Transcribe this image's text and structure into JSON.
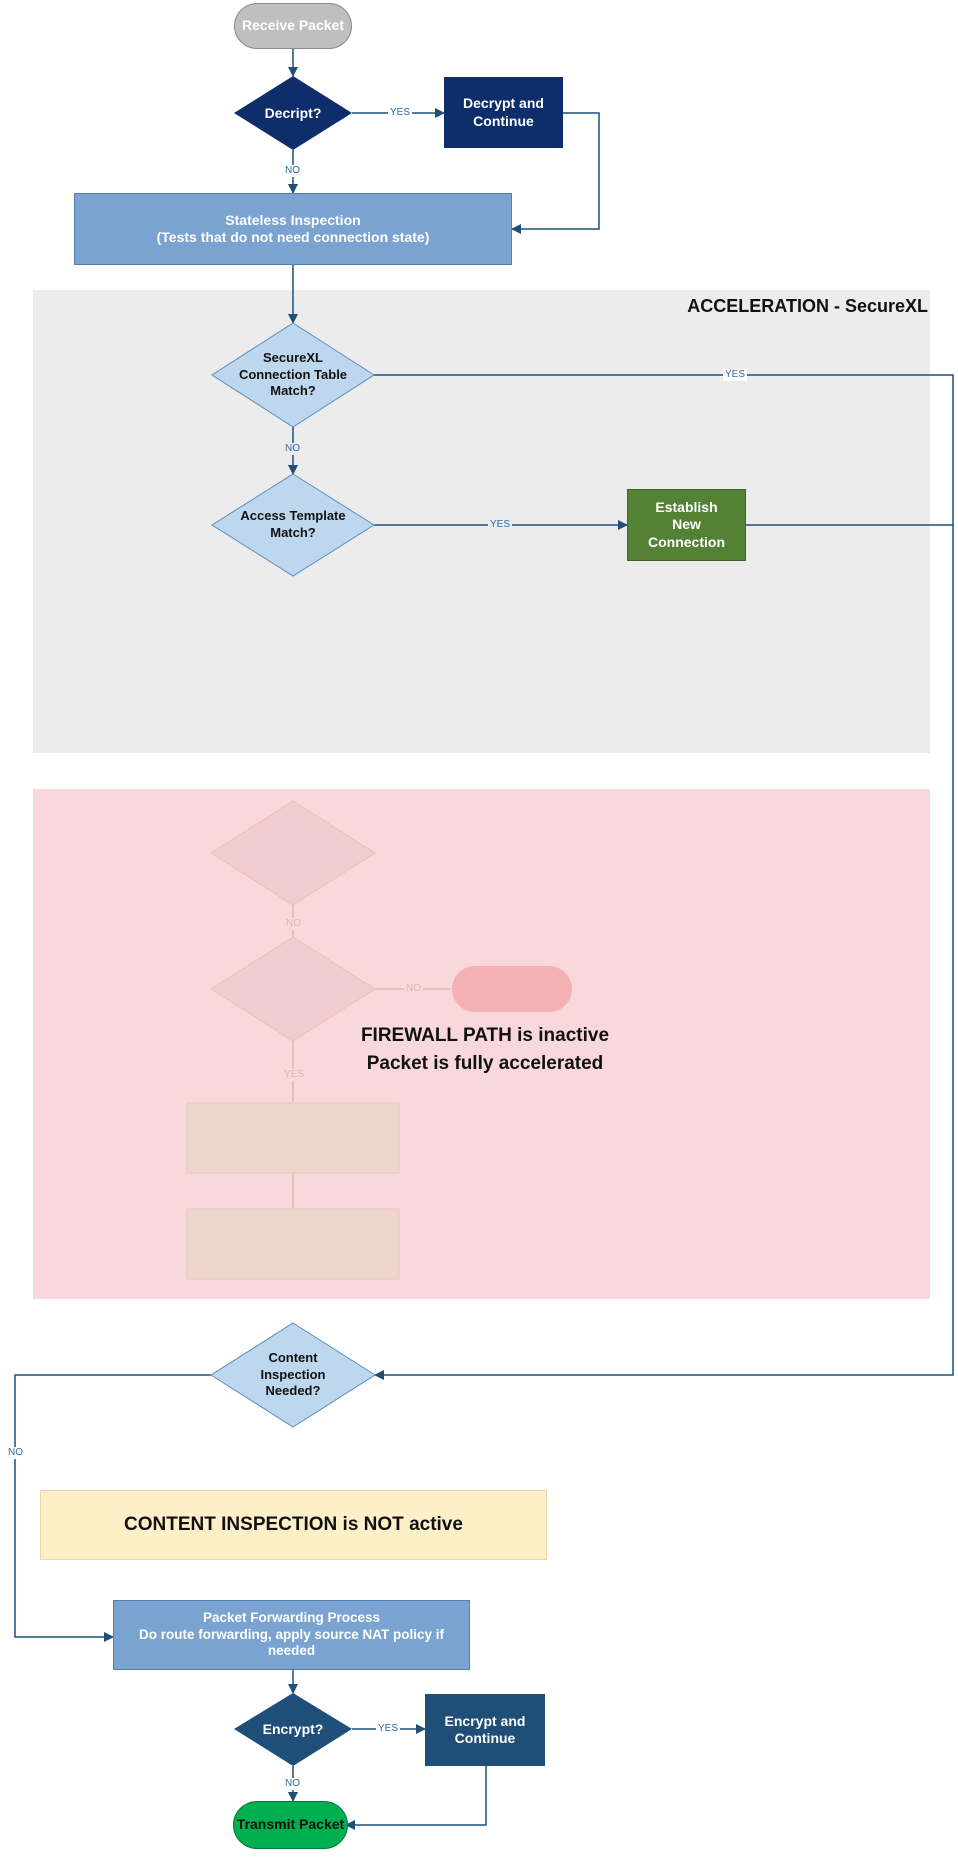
{
  "colors": {
    "navy": "#0d2d6b",
    "steel_blue": "#7aa3d1",
    "light_blue": "#bdd7ee",
    "green": "#548235",
    "bright_green": "#00b050",
    "gray_start": "#bfbfbf",
    "accel_bg": "#ececec",
    "firewall_bg": "#f8d8da",
    "content_bg": "#fdf0c9",
    "line": "#1f4e79"
  },
  "nodes": {
    "receive_packet": "Receive Packet",
    "decrypt_decision": "Decript?",
    "decrypt_continue": "Decrypt and\nContinue",
    "stateless_inspection": "Stateless Inspection\n(Tests that do not need connection state)",
    "securexl_match": "SecureXL\nConnection Table\nMatch?",
    "template_match": "Access Template\nMatch?",
    "establish_connection": "Establish\nNew\nConnection",
    "content_needed": "Content\nInspection\nNeeded?",
    "forwarding": "Packet Forwarding Process\nDo route forwarding, apply source NAT policy if\nneeded",
    "encrypt_decision": "Encrypt?",
    "encrypt_continue": "Encrypt and\nContinue",
    "transmit_packet": "Transmit Packet"
  },
  "zones": {
    "acceleration_title": "ACCELERATION - SecureXL",
    "firewall_status": "FIREWALL PATH is inactive\nPacket is fully accelerated",
    "content_status": "CONTENT INSPECTION is NOT active"
  },
  "edge_labels": {
    "decrypt_yes": "YES",
    "decrypt_no": "NO",
    "securexl_yes": "YES",
    "securexl_no": "NO",
    "template_yes": "YES",
    "ghost_no_1": "NO",
    "ghost_no_2": "NO",
    "ghost_yes": "YES",
    "content_no": "NO",
    "encrypt_yes": "YES",
    "encrypt_no": "NO"
  }
}
